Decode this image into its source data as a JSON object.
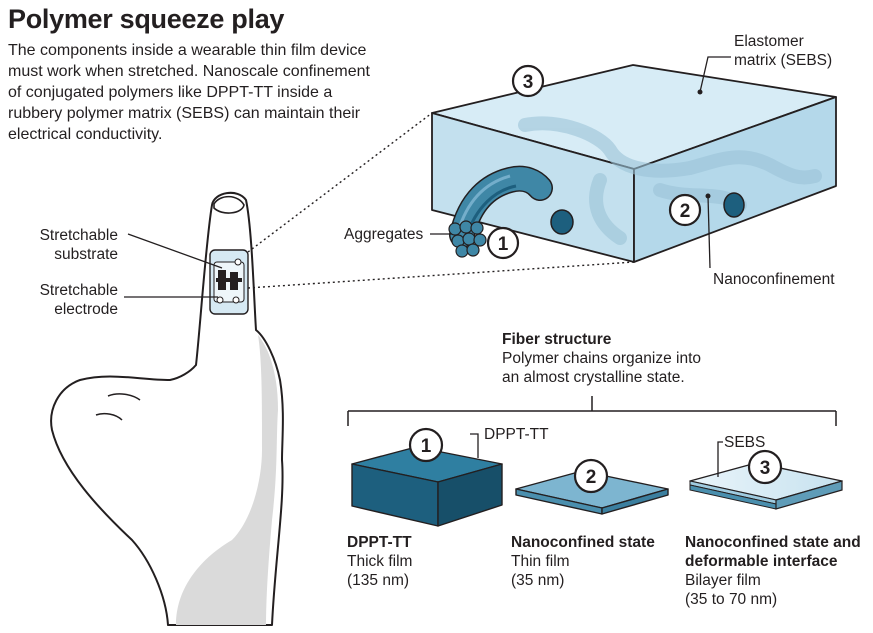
{
  "title": "Polymer squeeze play",
  "intro": "The components inside a wearable thin film device must work when stretched. Nanoscale confinement of conjugated polymers like DPPT-TT inside a rubbery polymer matrix (SEBS) can maintain their electrical conductivity.",
  "finger": {
    "substrate_label": [
      "Stretchable",
      "substrate"
    ],
    "electrode_label": [
      "Stretchable",
      "electrode"
    ]
  },
  "box": {
    "elastomer_label": [
      "Elastomer",
      "matrix (SEBS)"
    ],
    "aggregates_label": "Aggregates",
    "nanoconfinement_label": "Nanoconfinement",
    "badges": [
      "1",
      "2",
      "3"
    ]
  },
  "fiber": {
    "title": "Fiber structure",
    "desc": [
      "Polymer chains organize into",
      "an almost crystalline state."
    ]
  },
  "films": [
    {
      "badge": "1",
      "tag": "DPPT-TT",
      "name": [
        "DPPT-TT"
      ],
      "kind": "Thick film",
      "size": "(135 nm)"
    },
    {
      "badge": "2",
      "tag": "",
      "name": [
        "Nanoconfined state"
      ],
      "kind": "Thin film",
      "size": "(35 nm)"
    },
    {
      "badge": "3",
      "tag": "SEBS",
      "name": [
        "Nanoconfined state and",
        "deformable interface"
      ],
      "kind": "Bilayer film",
      "size": "(35 to 70 nm)"
    }
  ],
  "colors": {
    "ink": "#231f20",
    "box_fill": "#c9e4f1",
    "fiber_dark": "#1d5f7e",
    "fiber_mid": "#3f87a6",
    "fiber_light": "#74aecb",
    "finger_shadow": "#dadada"
  }
}
